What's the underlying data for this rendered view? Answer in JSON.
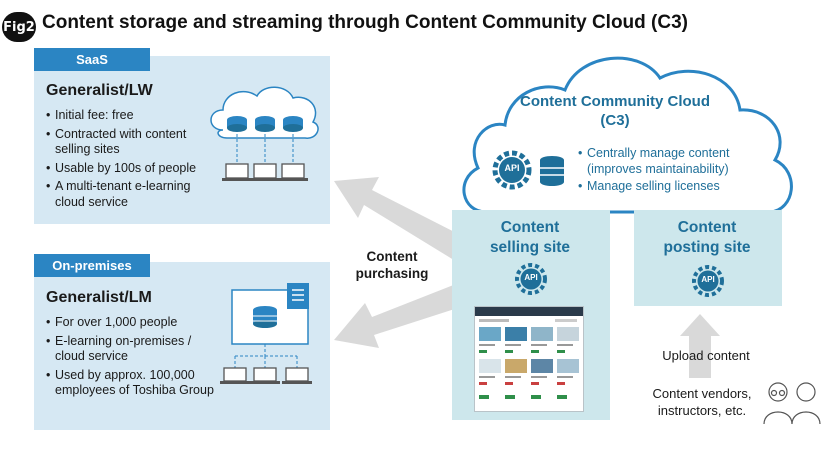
{
  "figure": {
    "badge": "Fig2",
    "title": "Content storage and streaming through Content Community Cloud (C3)"
  },
  "saas": {
    "tag": "SaaS",
    "heading": "Generalist/LW",
    "bullets": [
      "Initial fee: free",
      "Contracted with content selling sites",
      "Usable by 100s of people",
      "A multi-tenant e-learning cloud service"
    ]
  },
  "onprem": {
    "tag": "On-premises",
    "heading": "Generalist/LM",
    "bullets": [
      "For over 1,000 people",
      "E-learning on-premises / cloud service",
      "Used by approx. 100,000 employees of Toshiba Group"
    ]
  },
  "c3": {
    "title": "Content Community Cloud (C3)",
    "api_label": "API",
    "bullets": [
      "Centrally manage content (improves maintainability)",
      "Manage selling licenses"
    ]
  },
  "selling_site": {
    "title": "Content selling site",
    "api_label": "API"
  },
  "posting_site": {
    "title": "Content posting site",
    "api_label": "API"
  },
  "labels": {
    "content_purchasing": "Content purchasing",
    "upload_content": "Upload content",
    "vendors": "Content vendors, instructors, etc."
  },
  "icons": [
    "cloud-icon",
    "database-icon",
    "laptop-icon",
    "server-icon",
    "api-gear-icon",
    "person-icon"
  ],
  "colors": {
    "panel_bg": "#d6e8f3",
    "tag_blue": "#2b85c3",
    "site_bg": "#cde7ec",
    "accent_teal": "#1f6f99",
    "arrow_gray": "#d9d9d9"
  }
}
